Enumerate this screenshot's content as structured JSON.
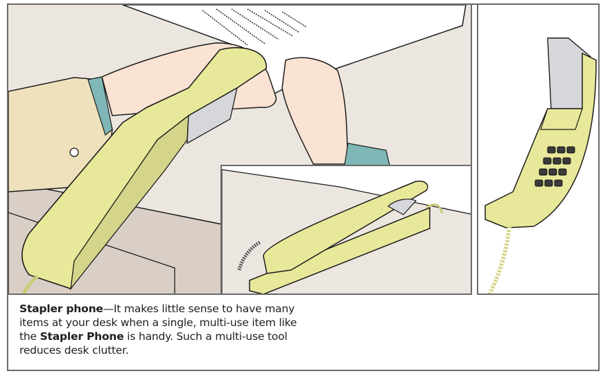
{
  "figure": {
    "panels": [
      {
        "id": "main",
        "subject": "hand stapling paper with handset",
        "icons": [
          "stapler-phone-handset-icon",
          "paper-sheet-icon",
          "hand-icon"
        ]
      },
      {
        "id": "inset",
        "subject": "stapler phone resting on desk",
        "icons": [
          "desk-phone-base-icon",
          "coiled-cord-icon"
        ]
      },
      {
        "id": "side",
        "subject": "handset with keypad and stapler head",
        "icons": [
          "keypad-icon",
          "stapler-head-icon",
          "coiled-cord-icon"
        ]
      }
    ],
    "keypad": {
      "rows": 4,
      "cols": 3
    },
    "colors": {
      "handset": "#e8e89a",
      "handset_shadow": "#d4d48a",
      "skin": "#fbe3d3",
      "sleeve": "#efe1bc",
      "cuff": "#7fb6b6",
      "wall": "#ece6e0",
      "desk": "#d9cfc6",
      "metal": "#d5d7da",
      "outline": "#1c1c1c",
      "border": "#6a6a6a"
    }
  },
  "caption": {
    "title": "Stapler phone",
    "dash": "—",
    "text_1": "It makes little sense to have many items at your desk when a single, multi-use item like the ",
    "highlight": "Stapler Phone",
    "text_2": " is handy. Such a multi-use tool reduces desk clutter."
  }
}
